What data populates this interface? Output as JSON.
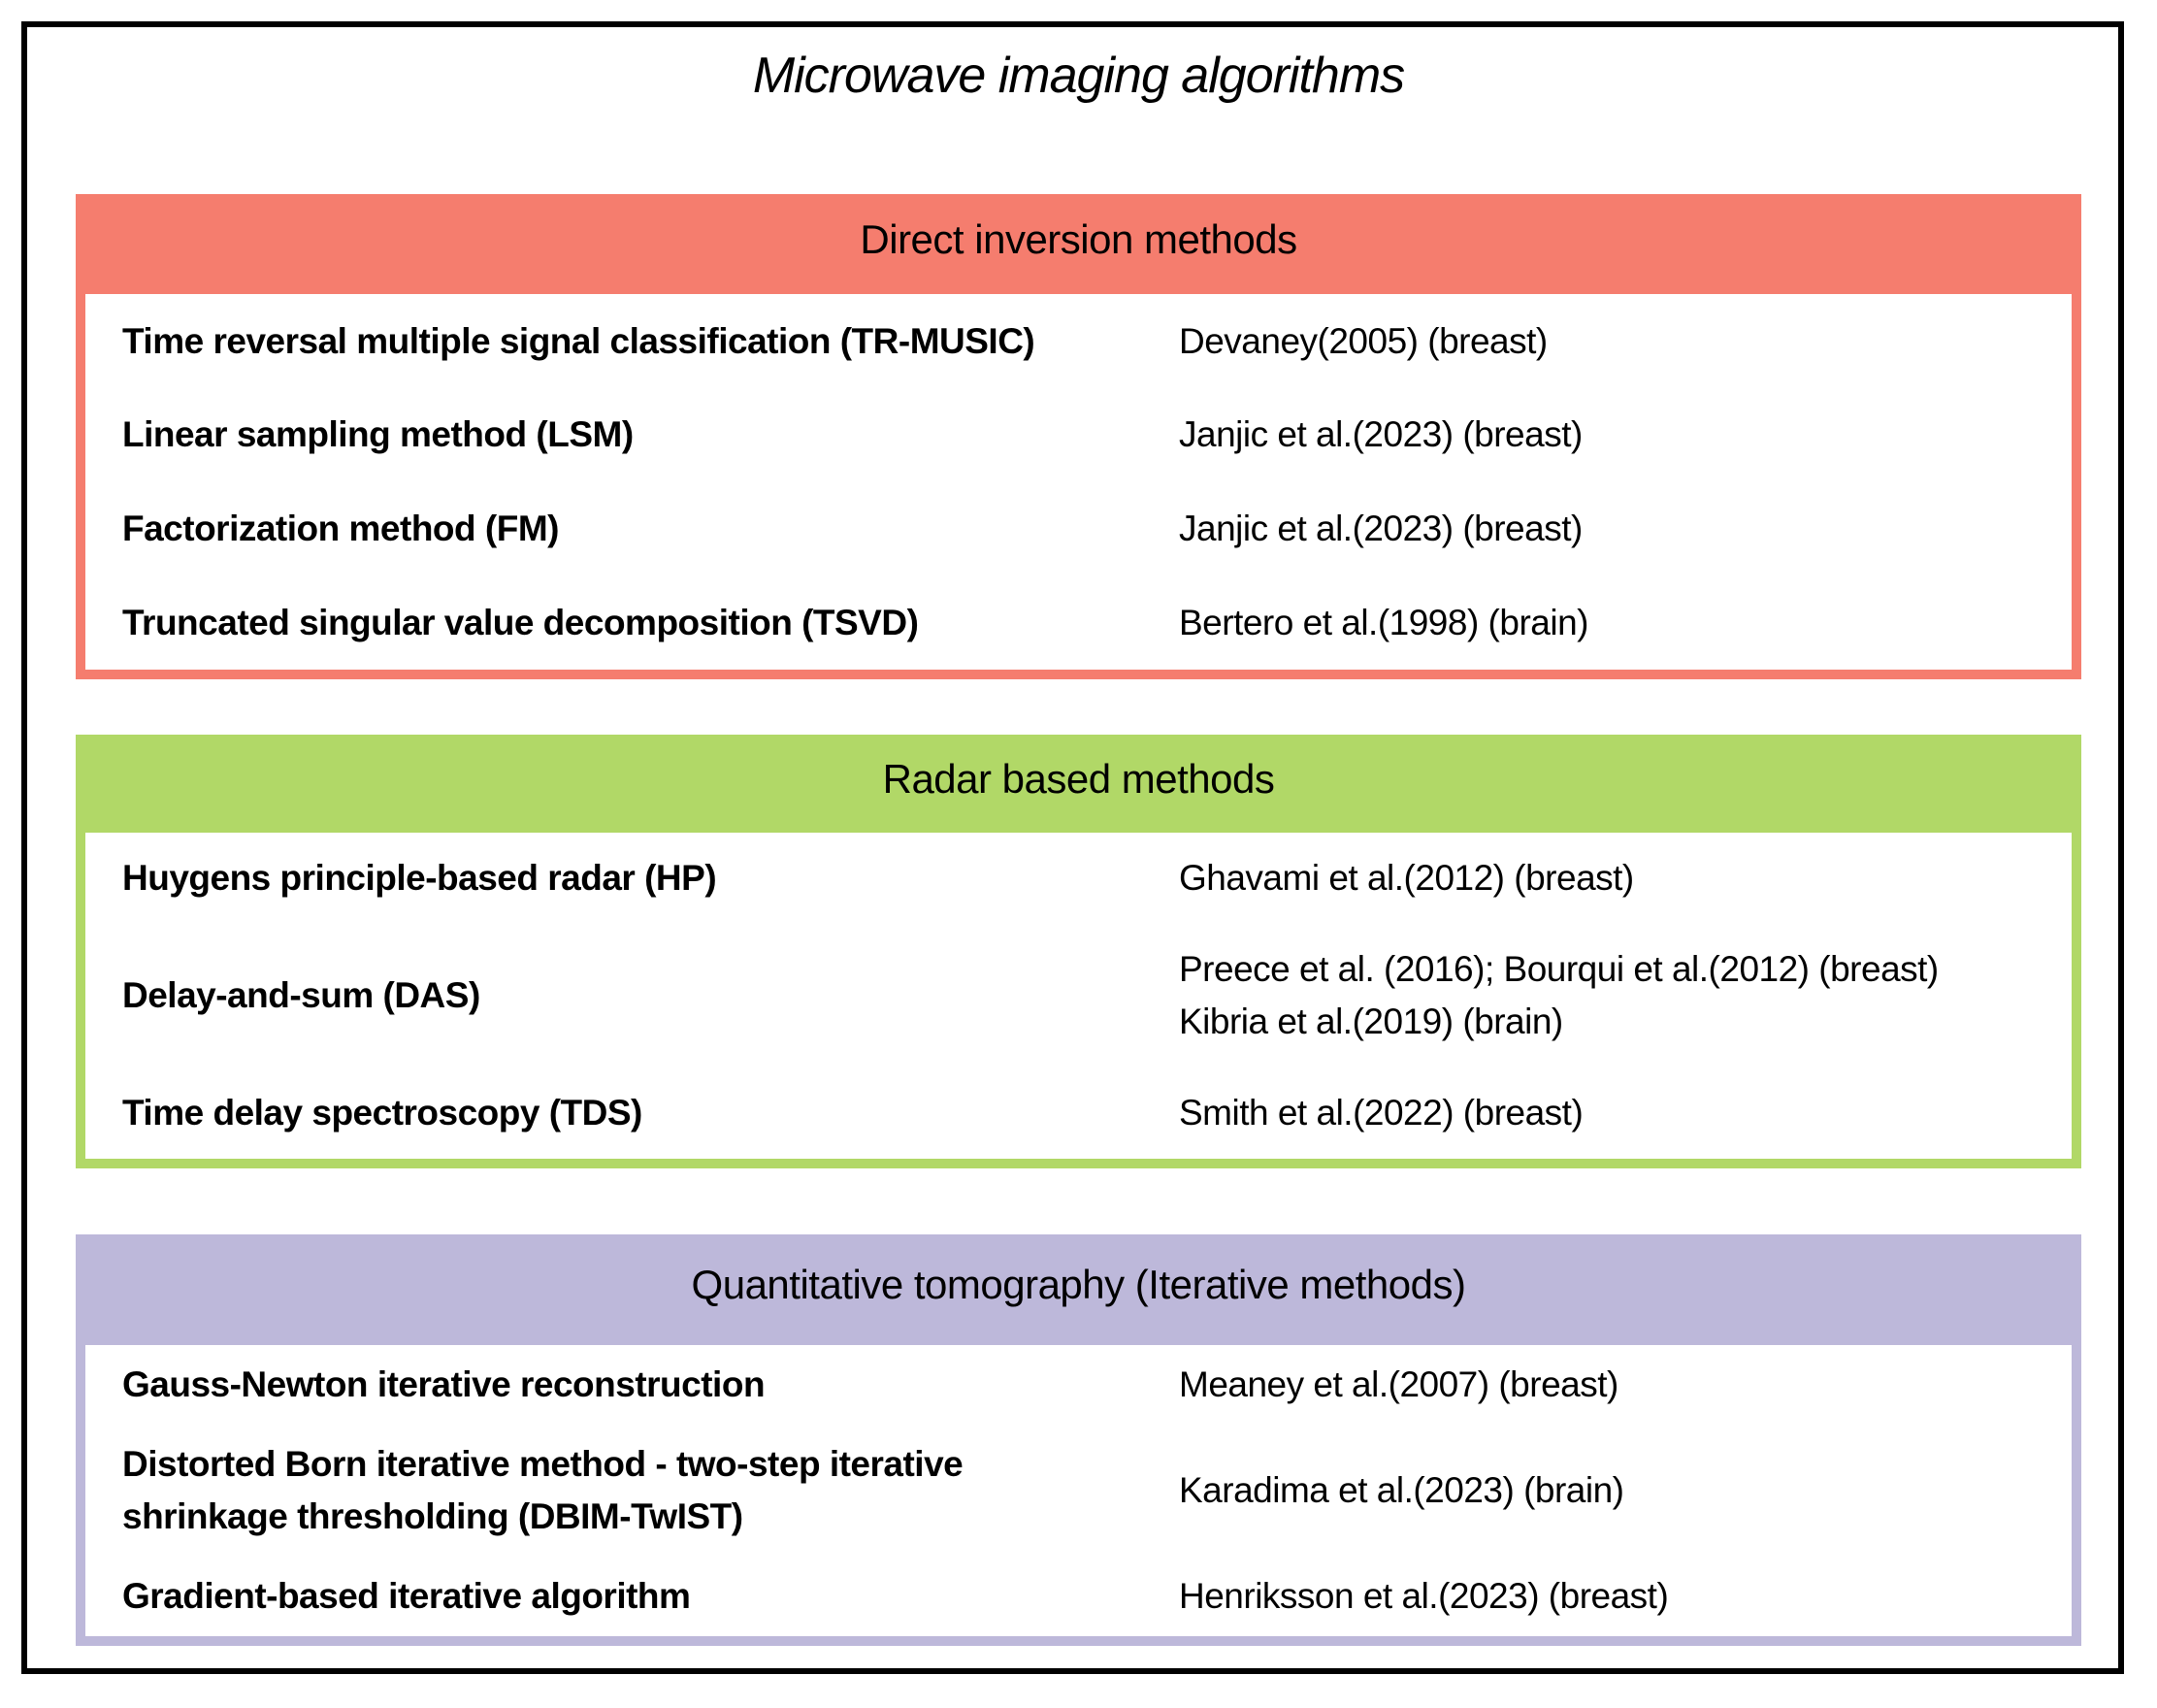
{
  "title": "Microwave imaging algorithms",
  "sections": [
    {
      "header": "Direct inversion methods",
      "color": "#F57D6E",
      "rows": [
        {
          "method": "Time reversal multiple signal classification (TR-MUSIC)",
          "ref": "Devaney(2005) (breast)"
        },
        {
          "method": "Linear sampling method (LSM)",
          "ref": "Janjic et al.(2023) (breast)"
        },
        {
          "method": "Factorization method (FM)",
          "ref": "Janjic et al.(2023) (breast)"
        },
        {
          "method": "Truncated singular value decomposition (TSVD)",
          "ref": "Bertero et al.(1998) (brain)"
        }
      ]
    },
    {
      "header": "Radar based methods",
      "color": "#B1D867",
      "rows": [
        {
          "method": "Huygens principle-based radar (HP)",
          "ref": "Ghavami et al.(2012) (breast)"
        },
        {
          "method": "Delay-and-sum (DAS)",
          "ref": "Preece et al. (2016); Bourqui et al.(2012) (breast)\nKibria et al.(2019) (brain)"
        },
        {
          "method": "Time delay spectroscopy (TDS)",
          "ref": "Smith et al.(2022) (breast)"
        }
      ]
    },
    {
      "header": "Quantitative tomography (Iterative methods)",
      "color": "#BDB8DA",
      "rows": [
        {
          "method": "Gauss-Newton iterative reconstruction",
          "ref": "Meaney et al.(2007) (breast)"
        },
        {
          "method": "Distorted Born iterative method - two-step iterative\nshrinkage thresholding (DBIM-TwIST)",
          "ref": "Karadima et al.(2023) (brain)"
        },
        {
          "method": "Gradient-based iterative algorithm",
          "ref": "Henriksson et al.(2023) (breast)"
        }
      ]
    }
  ]
}
